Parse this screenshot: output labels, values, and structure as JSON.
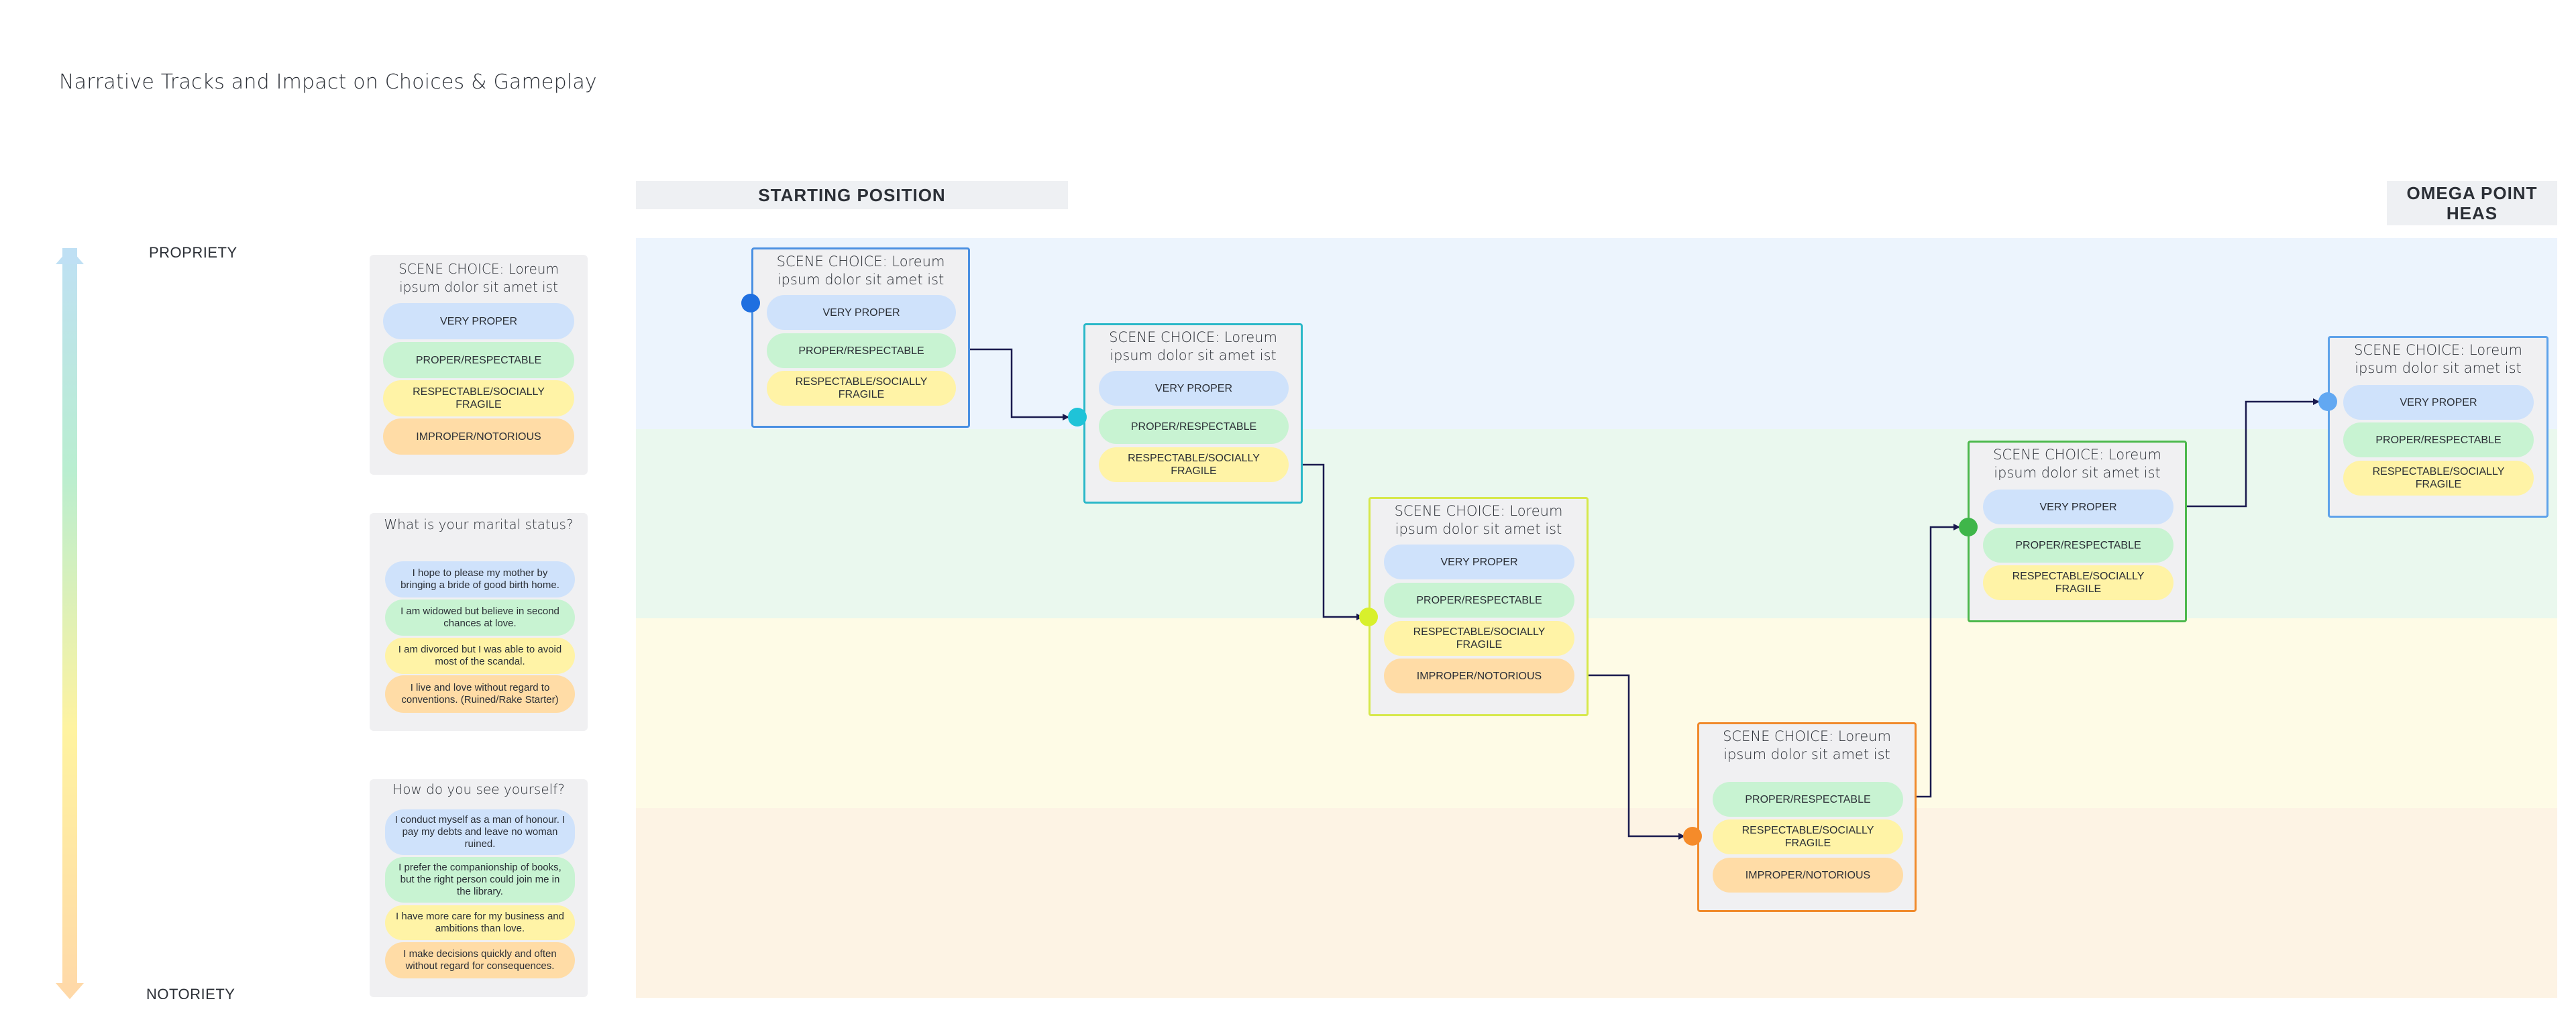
{
  "title": "Narrative Tracks and Impact on Choices & Gameplay",
  "axis": {
    "top_label": "PROPRIETY",
    "bottom_label": "NOTORIETY"
  },
  "headers": {
    "start": "STARTING POSITION",
    "end": "OMEGA POINT HEAS"
  },
  "colors": {
    "band_blue": "#ecf4fd",
    "band_green": "#eaf8ee",
    "band_yellow": "#fefbe6",
    "band_orange": "#fdf3e4",
    "option_blue": "#cfe2fb",
    "option_green": "#c8f3d2",
    "option_yellow": "#fff3a6",
    "option_orange": "#ffdca6",
    "connector": "#1a1a4e"
  },
  "questions": [
    {
      "title": "SCENE CHOICE: Loreum ipsum dolor sit amet ist",
      "options": [
        "VERY PROPER",
        "PROPER/RESPECTABLE",
        "RESPECTABLE/SOCIALLY FRAGILE",
        "IMPROPER/NOTORIOUS"
      ]
    },
    {
      "title": "What is your marital status?",
      "options": [
        "I hope to please my mother by bringing a bride of good birth home.",
        "I am widowed but believe in second chances at love.",
        "I am divorced but I was able to avoid most of the scandal.",
        "I live and love without regard to conventions. (Ruined/Rake Starter)"
      ]
    },
    {
      "title": "How do you see yourself?",
      "options": [
        "I conduct myself as a man of honour. I pay my debts and leave no woman ruined.",
        "I prefer the companionship of books, but the right person could join me in the library.",
        "I have more care for my business and ambitions than love.",
        "I make decisions quickly and often without regard for consequences."
      ]
    }
  ],
  "scenes": [
    {
      "title": "SCENE CHOICE: Loreum ipsum dolor sit amet ist",
      "border": "#4a90e2",
      "dot": "#1f6fe0",
      "options": [
        "VERY PROPER",
        "PROPER/RESPECTABLE",
        "RESPECTABLE/SOCIALLY FRAGILE"
      ]
    },
    {
      "title": "SCENE CHOICE: Loreum ipsum dolor sit amet ist",
      "border": "#2ab8c8",
      "dot": "#1fc3d8",
      "options": [
        "VERY PROPER",
        "PROPER/RESPECTABLE",
        "RESPECTABLE/SOCIALLY FRAGILE"
      ]
    },
    {
      "title": "SCENE CHOICE: Loreum ipsum dolor sit amet ist",
      "border": "#d6e84a",
      "dot": "#d8f02c",
      "options": [
        "VERY PROPER",
        "PROPER/RESPECTABLE",
        "RESPECTABLE/SOCIALLY FRAGILE",
        "IMPROPER/NOTORIOUS"
      ]
    },
    {
      "title": "SCENE CHOICE: Loreum ipsum dolor sit amet ist",
      "border": "#f08a2c",
      "dot": "#f58b2a",
      "options": [
        "PROPER/RESPECTABLE",
        "RESPECTABLE/SOCIALLY FRAGILE",
        "IMPROPER/NOTORIOUS"
      ]
    },
    {
      "title": "SCENE CHOICE: Loreum ipsum dolor sit amet ist",
      "border": "#4cb84c",
      "dot": "#3fb64a",
      "options": [
        "VERY PROPER",
        "PROPER/RESPECTABLE",
        "RESPECTABLE/SOCIALLY FRAGILE"
      ]
    },
    {
      "title": "SCENE CHOICE: Loreum ipsum dolor sit amet ist",
      "border": "#5ea2ea",
      "dot": "#62a8f2",
      "options": [
        "VERY PROPER",
        "PROPER/RESPECTABLE",
        "RESPECTABLE/SOCIALLY FRAGILE"
      ]
    }
  ]
}
